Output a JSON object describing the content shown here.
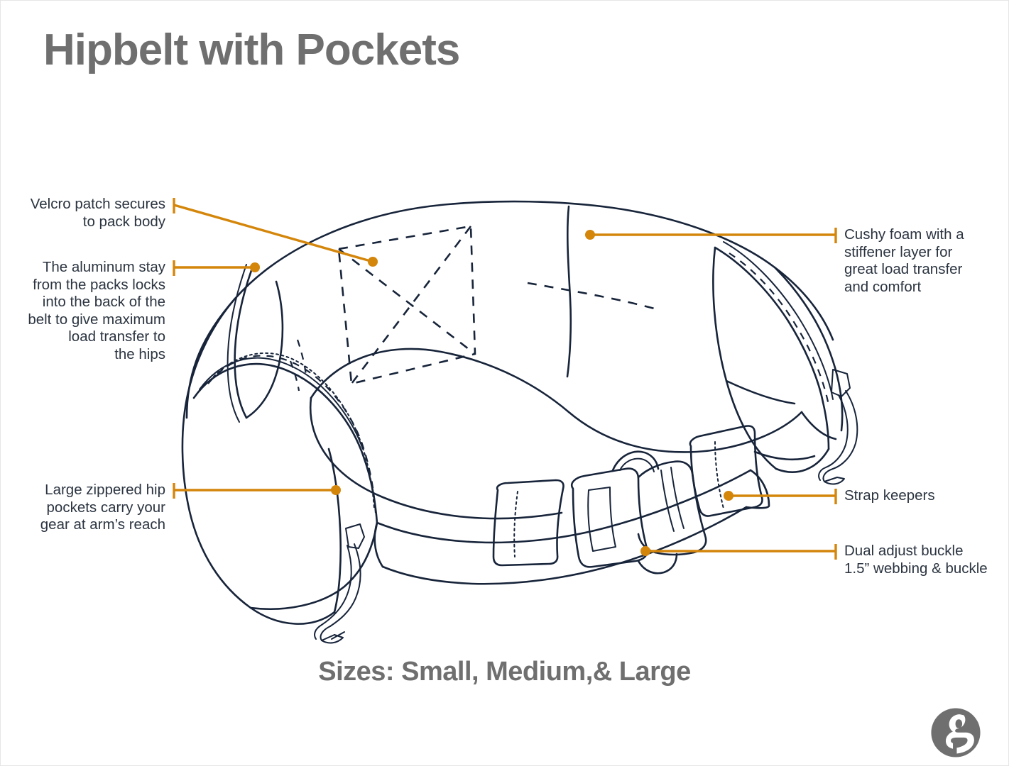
{
  "page": {
    "title": "Hipbelt with Pockets",
    "caption": "Sizes: Small, Medium,& Large",
    "background_color": "#ffffff",
    "title_color": "#6f6f6f",
    "line_color": "#17243a",
    "accent_color": "#D4860B",
    "logo_name": "g-circle-logo"
  },
  "callouts": {
    "velcro": {
      "lines": [
        "Velcro patch secures",
        "to pack body"
      ],
      "side": "left"
    },
    "aluminum_stay": {
      "lines": [
        "The aluminum stay",
        "from the packs locks",
        "into the back of the",
        "belt to give maximum",
        "load transfer to",
        "the hips"
      ],
      "side": "left"
    },
    "hip_pockets": {
      "lines": [
        "Large zippered hip",
        "pockets carry your",
        "gear at arm’s reach"
      ],
      "side": "left"
    },
    "cushy_foam": {
      "lines": [
        "Cushy foam with a",
        "stiffener layer for",
        "great load transfer",
        "and comfort"
      ],
      "side": "right"
    },
    "strap_keepers": {
      "lines": [
        "Strap keepers"
      ],
      "side": "right"
    },
    "buckle": {
      "lines": [
        "Dual adjust buckle",
        "1.5” webbing & buckle"
      ],
      "side": "right"
    }
  }
}
